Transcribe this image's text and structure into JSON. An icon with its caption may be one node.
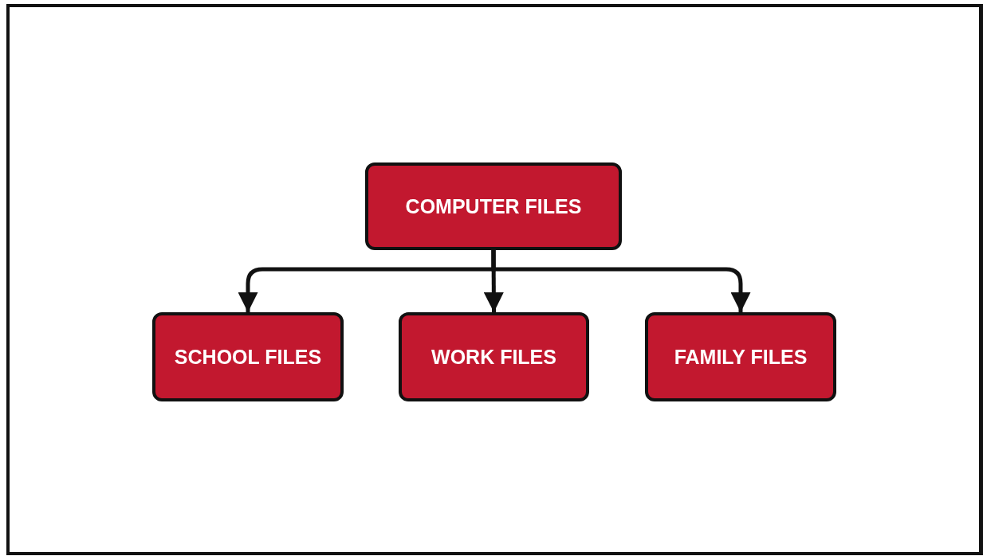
{
  "diagram": {
    "nodes": [
      {
        "text": [
          "COMPUTER FILES"
        ]
      },
      {
        "text": [
          "SCHOOL FILES"
        ]
      },
      {
        "text": [
          "WORK FILES"
        ]
      },
      {
        "text": [
          "FAMILY FILES"
        ]
      }
    ],
    "edges": [
      {
        "from": 0,
        "to": 1,
        "arrow": "to"
      },
      {
        "from": 0,
        "to": 2,
        "arrow": "to"
      },
      {
        "from": 0,
        "to": 3,
        "arrow": "to"
      }
    ]
  }
}
